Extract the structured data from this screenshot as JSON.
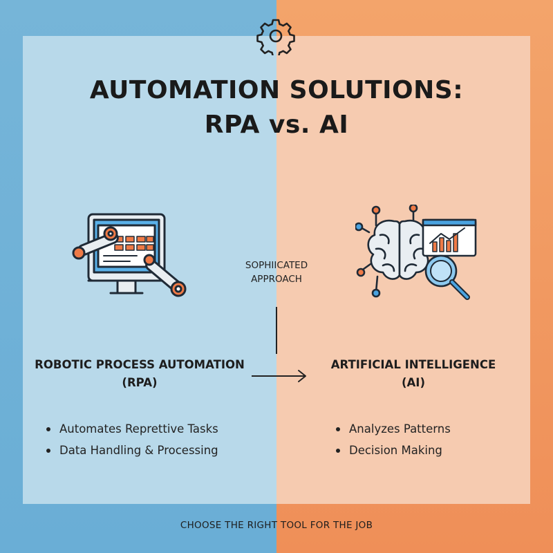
{
  "title": {
    "line1": "AUTOMATION SOLUTIONS:",
    "line2": "RPA vs. AI"
  },
  "icons": {
    "top": "gear-icon",
    "left": "robot-arm-computer-icon",
    "right": "brain-analytics-icon"
  },
  "middle": {
    "caption_line1": "SOPHIICATED",
    "caption_line2": "APPROACH"
  },
  "rpa": {
    "heading_line1": "ROBOTIC PROCESS AUTOMATION",
    "heading_line2": "(RPA)",
    "bullets": [
      "Automates Reprettive Tasks",
      "Data Handling & Processing"
    ]
  },
  "ai": {
    "heading_line1": "ARTIFICIAL INTELLIGENCE",
    "heading_line2": "(AI)",
    "bullets": [
      "Analyzes Patterns",
      "Decision Making"
    ]
  },
  "footer": "CHOOSE THE RIGHT TOOL FOR THE JOB",
  "colors": {
    "left_bg": "#6aaed6",
    "left_panel": "#b8d9ea",
    "right_bg": "#ef8f58",
    "right_panel": "#f6cbb0",
    "accent_orange": "#ef7a46",
    "accent_blue": "#4aa3e0"
  }
}
